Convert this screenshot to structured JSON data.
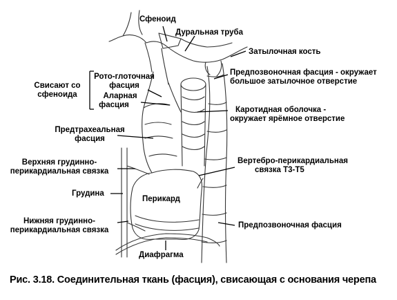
{
  "labels": {
    "sphenoid": "Сфеноид",
    "dural_tube": "Дуральная труба",
    "occipital_bone": "Затылочная кость",
    "prevertebral_fascia_top_1": "Предпозвоночная фасция - окружает",
    "prevertebral_fascia_top_2": "большое затылочное отверстие",
    "hang_from_sphenoid_1": "Свисают со",
    "hang_from_sphenoid_2": "сфеноида",
    "buccopharyngeal_1": "Рото-глоточная",
    "buccopharyngeal_2": "фасция",
    "alar_1": "Аларная",
    "alar_2": "фасция",
    "carotid_sheath_1": "Каротидная оболочка -",
    "carotid_sheath_2": "окружает ярёмное отверстие",
    "pretracheal_1": "Предтрахеальная",
    "pretracheal_2": "фасция",
    "upper_sternopericardial_1": "Верхняя грудинно-",
    "upper_sternopericardial_2": "перикардиальная связка",
    "vertebro_pericardial_1": "Вертебро-перикардиальная",
    "vertebro_pericardial_2": "связка Т3-Т5",
    "sternum": "Грудина",
    "pericardium": "Перикард",
    "lower_sternopericardial_1": "Нижняя грудинно-",
    "lower_sternopericardial_2": "перикардиальная связка",
    "prevertebral_fascia_bottom": "Предпозвоночная фасция",
    "diaphragm": "Диафрагма"
  },
  "caption": "Рис. 3.18. Соединительная ткань (фасция), свисающая с основания черепа"
}
